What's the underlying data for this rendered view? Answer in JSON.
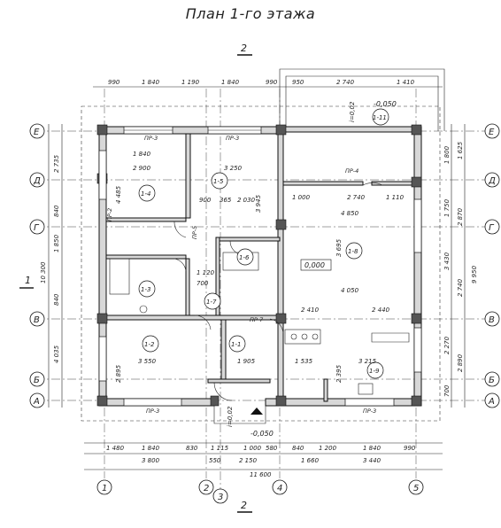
{
  "title": "План 1-го этажа",
  "section_mark": "2",
  "section_left": "1",
  "axes_letters": [
    "Е",
    "Д",
    "Г",
    "В",
    "Б",
    "А"
  ],
  "axes_numbers": [
    "1",
    "2",
    "3",
    "4",
    "5"
  ],
  "rooms": [
    {
      "label": "1-1"
    },
    {
      "label": "1-2"
    },
    {
      "label": "1-3"
    },
    {
      "label": "1-4"
    },
    {
      "label": "1-5"
    },
    {
      "label": "1-6"
    },
    {
      "label": "1-7"
    },
    {
      "label": "1-8"
    },
    {
      "label": "1-9"
    },
    {
      "label": "1-11"
    }
  ],
  "level_marks": {
    "main": "0,000",
    "entry": "-0,050",
    "porch": "-0,050",
    "slope_top": "i=0,02",
    "slope_bottom": "i=0,02"
  },
  "top_dims": [
    "990",
    "1 840",
    "1 190",
    "1 840",
    "990",
    "950",
    "2 740",
    "1 410"
  ],
  "bottom_dims_row1": [
    "1 480",
    "1 840",
    "830",
    "1 115",
    "1 000",
    "580",
    "840",
    "1 200",
    "1 840",
    "990"
  ],
  "bottom_dims_row2": [
    "3 800",
    "550",
    "2 150",
    "1 660",
    "3 440"
  ],
  "bottom_total": "11 600",
  "left_dims_outer": [
    "2 735",
    "840",
    "1 850",
    "840",
    "4 035"
  ],
  "left_total": "10 300",
  "right_dims_outer": [
    "1 625",
    "2 870",
    "2 740",
    "2 890"
  ],
  "right_total": "9 950",
  "right_dims_inner": [
    "1 800",
    "1 750",
    "3 430",
    "2 270",
    "700"
  ],
  "partition_labels": [
    "ПР-3",
    "ПР-3",
    "ПР-4",
    "ПР-2",
    "ПР-3",
    "ПР-3",
    "ПР-7",
    "ПР-5"
  ],
  "interior_dims": [
    "1 840",
    "2 900",
    "3 250",
    "4 485",
    "3 945",
    "2 030",
    "4 850",
    "3 695",
    "4 050",
    "2 410",
    "2 440",
    "3 550",
    "1 905",
    "1 535",
    "3 215",
    "2 395",
    "2 895",
    "1 000",
    "2 740",
    "1 110",
    "900",
    "365",
    "1 120",
    "700"
  ]
}
